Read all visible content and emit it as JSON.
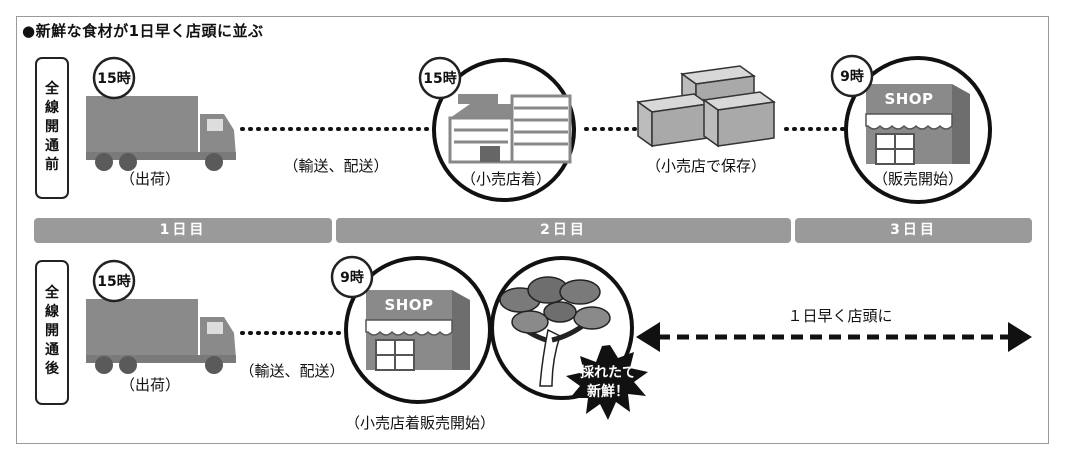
{
  "title": "●新鮮な食材が1日早く店頭に並ぶ",
  "before": {
    "side_label": "全線開通前",
    "times": [
      "15時",
      "15時",
      "9時"
    ],
    "labels": {
      "ship": "（出荷）",
      "transport": "（輸送、配送）",
      "arrive": "（小売店着）",
      "store": "（小売店で保存）",
      "sale": "（販売開始）"
    },
    "shop_sign": "SHOP"
  },
  "days": [
    "1日目",
    "2日目",
    "3日目"
  ],
  "after": {
    "side_label": "全線開通後",
    "times": [
      "15時",
      "9時"
    ],
    "labels": {
      "ship": "（出荷）",
      "transport": "（輸送、配送）",
      "arrive_sale": "（小売店着販売開始）",
      "earlier": "１日早く店頭に"
    },
    "shop_sign": "SHOP",
    "fresh_badge": [
      "採れたて",
      "新鮮！"
    ]
  },
  "colors": {
    "gray": "#9a9a9a",
    "dark": "#5a5a5a",
    "black": "#111111"
  }
}
